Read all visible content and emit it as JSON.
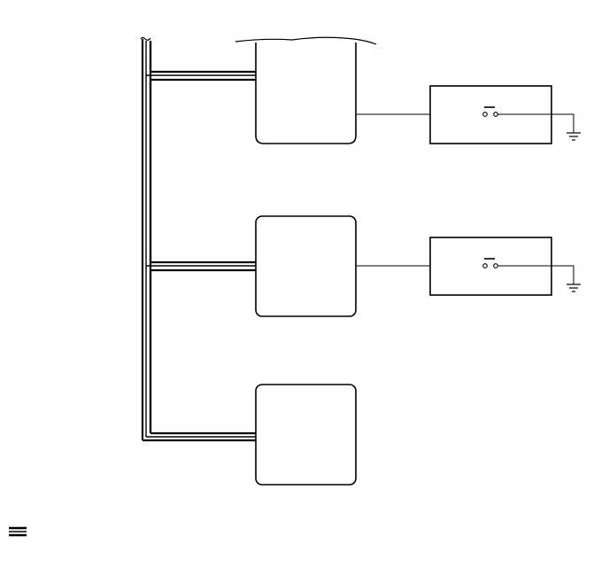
{
  "diagram": {
    "bus": {
      "type": "multi-wire-bus",
      "style": "triple-line",
      "stroke": "#000000"
    },
    "modules": [
      {
        "id": "module-top",
        "connected_to_bus": true,
        "partial_view": true,
        "switch": "switch-1"
      },
      {
        "id": "module-middle",
        "connected_to_bus": true,
        "partial_view": false,
        "switch": "switch-2"
      },
      {
        "id": "module-bottom",
        "connected_to_bus": true,
        "partial_view": false,
        "switch": null
      }
    ],
    "switches": [
      {
        "id": "switch-1",
        "kind": "normally-open",
        "grounded": true
      },
      {
        "id": "switch-2",
        "kind": "normally-open",
        "grounded": true
      }
    ],
    "legend": {
      "icon": "bus-line-symbol",
      "text": ""
    }
  }
}
